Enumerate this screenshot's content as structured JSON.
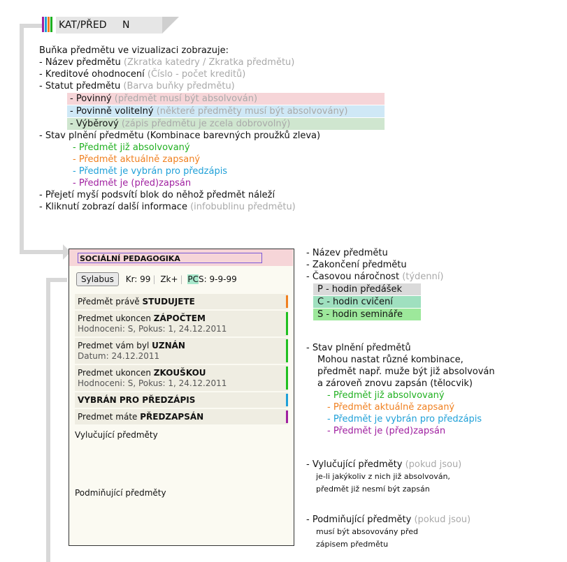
{
  "header": {
    "title": "KAT/PŘED",
    "letter": "N",
    "stripe_colors": [
      "#a020a0",
      "#1fa0d8",
      "#f08020",
      "#20b020"
    ]
  },
  "legend": {
    "intro": "Buňka předmětu ve vizualizaci zobrazuje:",
    "items": [
      {
        "label": "- Název předmětu",
        "hint": "(Zkratka katedry / Zkratka předmětu)"
      },
      {
        "label": "- Kreditové ohodnocení",
        "hint": "(Číslo - počet kreditů)"
      },
      {
        "label": "- Statut předmětu",
        "hint": "(Barva buňky předmětu)"
      }
    ],
    "statuses": [
      {
        "label": "- Povinný",
        "hint": "(předmět musí být absolvován)"
      },
      {
        "label": "- Povinně volitelný",
        "hint": "(některé předměty musí být absolvovány)"
      },
      {
        "label": "- Výběrový",
        "hint": "(zápis předmětu je zcela dobrovolný)"
      }
    ],
    "state_title": "- Stav plnění předmětu (Kombinace barevných proužků zleva)",
    "states": [
      "- Předmět již absolvovaný",
      "- Předmět aktuálně zapsaný",
      "- Předmět je vybrán pro předzápis",
      "- Předmět je (před)zapsán"
    ],
    "hover": "- Přejetí myší podsvítí blok do něhož předmět náleží",
    "click": "- Kliknutí zobrazí další informace",
    "click_hint": "(infobublinu předmětu)"
  },
  "box": {
    "title": "SOCIÁLNÍ PEDAGOGIKA",
    "syllabus_button": "Sylabus",
    "credits": "Kr: 99",
    "completion": "Zk+",
    "pcs_label_hl": "PC",
    "pcs_label_rest": "S",
    "pcs_value": ": 9-9-99",
    "states": [
      {
        "prefix": "Předmět právě ",
        "strong": "STUDUJETE",
        "sub": "",
        "bar": "#f08020"
      },
      {
        "prefix": "Predmet ukoncen ",
        "strong": "ZÁPOČTEM",
        "sub": "Hodnoceni: S, Pokus: 1, 24.12.2011",
        "bar": "#20c020"
      },
      {
        "prefix": "Predmet vám byl ",
        "strong": "UZNÁN",
        "sub": "Datum: 24.12.2011",
        "bar": "#20c020"
      },
      {
        "prefix": "Predmet ukoncen ",
        "strong": "ZKOUŠKOU",
        "sub": "Hodnoceni: S, Pokus: 1, 24.12.2011",
        "bar": "#20c020"
      },
      {
        "prefix": "",
        "strong": "VYBRÁN PRO PŘEDZÁPIS",
        "sub": "",
        "bar": "#1fa0d8"
      },
      {
        "prefix": "Predmet máte ",
        "strong": "PŘEDZAPSÁN",
        "sub": "",
        "bar": "#a020a0"
      }
    ],
    "excluding": "Vylučující předměty",
    "requiring": "Podmiňující předměty"
  },
  "right": {
    "name": "- Název předmětu",
    "completion": "- Zakončení předmětu",
    "time": "- Časovou náročnost",
    "time_hint": "(týdenní)",
    "tag_p": "P - hodin předášek",
    "tag_c": "C - hodin cvičení",
    "tag_s": "S - hodin semináře",
    "state_title": "- Stav plnění předmětů",
    "state_lines": [
      "Mohou nastat různé kombinace,",
      "předmět např. muže být již absolvován",
      "a zároveň znovu zapsán (tělocvik)"
    ],
    "states": [
      "- Předmět již absolvovaný",
      "- Předmět aktuálně zapsaný",
      "- Předmět je vybrán pro předzápis",
      "- Předmět je (před)zapsán"
    ],
    "excl_title": "- Vylučující předměty",
    "excl_hint": "(pokud jsou)",
    "excl_lines": [
      "je-li jakýkoliv z nich již absolvován,",
      "předmět již nesmí být zapsán"
    ],
    "req_title": "- Podmiňující předměty",
    "req_hint": "(pokud jsou)",
    "req_lines": [
      "musí být absovovány před",
      "zápisem předmětu"
    ]
  }
}
